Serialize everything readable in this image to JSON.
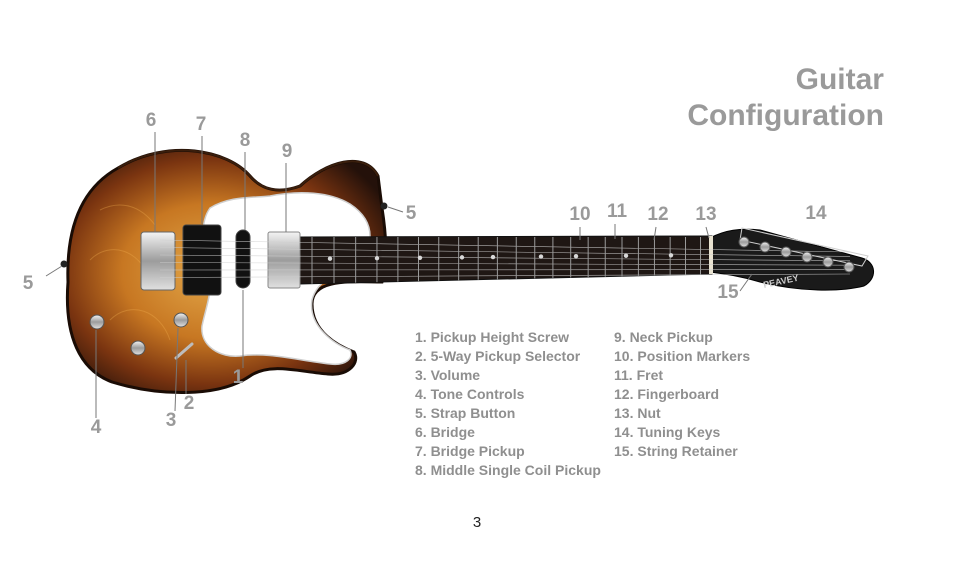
{
  "title": {
    "line1": "Guitar",
    "line2": "Configuration"
  },
  "callouts": [
    "6",
    "7",
    "8",
    "9",
    "5",
    "5",
    "1",
    "2",
    "3",
    "4",
    "10",
    "11",
    "12",
    "13",
    "14",
    "15"
  ],
  "legend_left": [
    "1. Pickup Height Screw",
    "2. 5-Way Pickup Selector",
    "3. Volume",
    "4. Tone Controls",
    "5. Strap Button",
    "6. Bridge",
    "7. Bridge Pickup",
    "8. Middle Single Coil Pickup"
  ],
  "legend_right": [
    "9. Neck Pickup",
    "10. Position Markers",
    "11. Fret",
    "12. Fingerboard",
    "13. Nut",
    "14. Tuning Keys",
    "15. String Retainer"
  ],
  "headstock_brand": "PEAVEY",
  "page_number": "3",
  "colors": {
    "label_gray": "#9a9a9a",
    "burst_edge": "#2a1507",
    "burst_mid": "#8a3d10",
    "burst_center": "#d89a3a",
    "pickguard": "#ffffff",
    "fingerboard": "#1f1714",
    "headstock": "#1a1a1a"
  }
}
